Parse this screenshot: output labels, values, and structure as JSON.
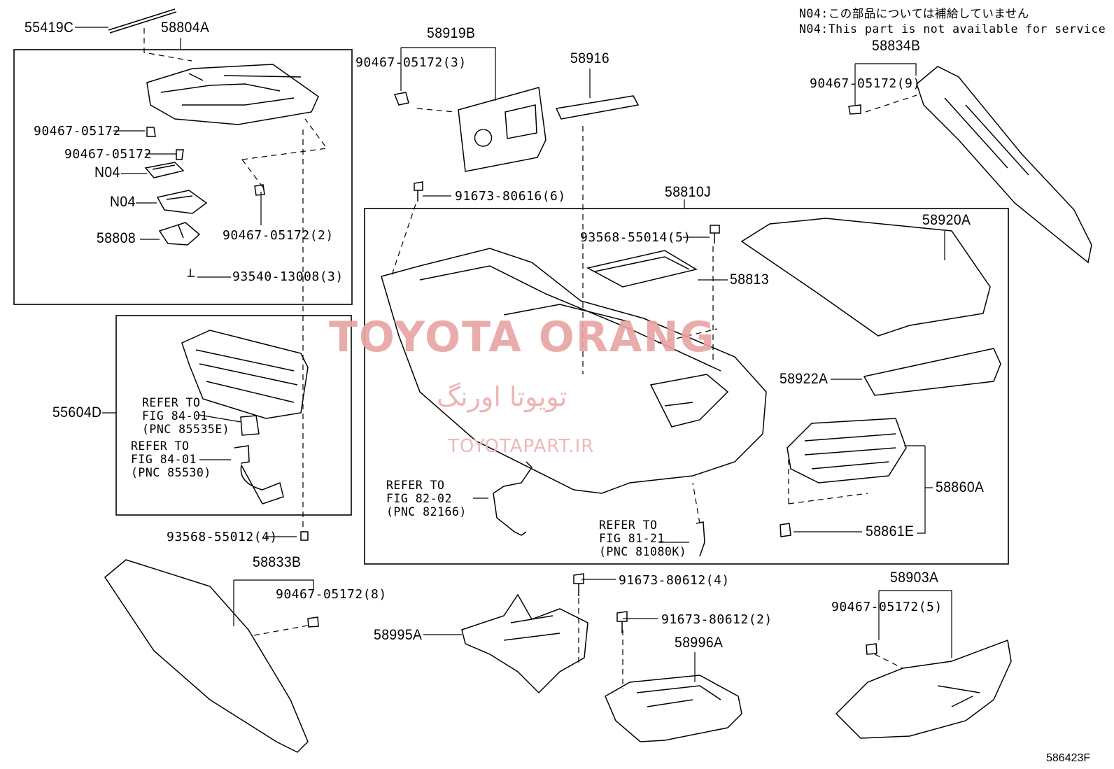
{
  "notes": {
    "jp": "N04:この部品については補給していません",
    "en": "N04:This part is not available for service"
  },
  "parts": {
    "p55419C": "55419C",
    "p58804A": "58804A",
    "p90467_a": "90467-05172",
    "p90467_b": "90467-05172",
    "pN04_a": "N04",
    "pN04_b": "N04",
    "p58808": "58808",
    "p90467_2": "90467-05172(2)",
    "p93540": "93540-13008(3)",
    "p55604D": "55604D",
    "p93568_4": "93568-55012(4)",
    "p58833B": "58833B",
    "p90467_8": "90467-05172(8)",
    "p58919B": "58919B",
    "p90467_3": "90467-05172(3)",
    "p58916": "58916",
    "p91673_6": "91673-80616(6)",
    "p58810J": "58810J",
    "p93568_5": "93568-55014(5)",
    "p58813": "58813",
    "p58920A": "58920A",
    "p58922A": "58922A",
    "p58860A": "58860A",
    "p58861E": "58861E",
    "p58834B": "58834B",
    "p90467_9": "90467-05172(9)",
    "p91673_4": "91673-80612(4)",
    "p91673_2": "91673-80612(2)",
    "p58995A": "58995A",
    "p58996A": "58996A",
    "p58903A": "58903A",
    "p90467_5": "90467-05172(5)"
  },
  "refs": {
    "r1": [
      "REFER TO",
      "FIG 84-01",
      "(PNC 85535E)"
    ],
    "r2": [
      "REFER TO",
      "FIG 84-01",
      "(PNC 85530)"
    ],
    "r3": [
      "REFER TO",
      "FIG 82-02",
      "(PNC 82166)"
    ],
    "r4": [
      "REFER TO",
      "FIG 81-21",
      "(PNC 81080K)"
    ]
  },
  "watermark": {
    "brand": "TOYOTA ORANG",
    "persian": "تویوتا اورنگ",
    "url": "TOYOTAPART.IR"
  },
  "catalog_code": "586423F"
}
